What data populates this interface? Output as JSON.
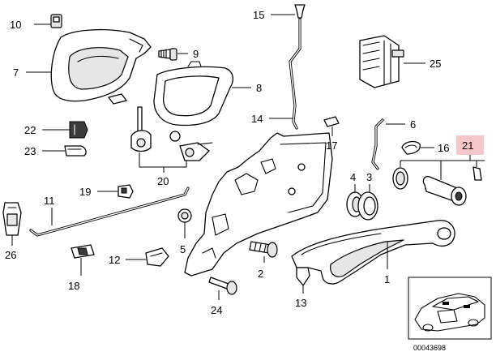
{
  "diagram": {
    "drawing_number": "00043698",
    "highlight_color": "#f7c6c9",
    "callouts": [
      {
        "id": "1",
        "label": "1"
      },
      {
        "id": "2",
        "label": "2"
      },
      {
        "id": "3",
        "label": "3"
      },
      {
        "id": "4",
        "label": "4"
      },
      {
        "id": "5",
        "label": "5"
      },
      {
        "id": "6",
        "label": "6"
      },
      {
        "id": "7",
        "label": "7"
      },
      {
        "id": "8",
        "label": "8"
      },
      {
        "id": "9",
        "label": "9"
      },
      {
        "id": "10",
        "label": "10"
      },
      {
        "id": "11",
        "label": "11"
      },
      {
        "id": "12",
        "label": "12"
      },
      {
        "id": "13",
        "label": "13"
      },
      {
        "id": "14",
        "label": "14"
      },
      {
        "id": "15",
        "label": "15"
      },
      {
        "id": "16",
        "label": "16"
      },
      {
        "id": "17",
        "label": "17"
      },
      {
        "id": "18",
        "label": "18"
      },
      {
        "id": "19",
        "label": "19"
      },
      {
        "id": "20",
        "label": "20"
      },
      {
        "id": "21",
        "label": "21",
        "highlighted": true
      },
      {
        "id": "22",
        "label": "22"
      },
      {
        "id": "23",
        "label": "23"
      },
      {
        "id": "24",
        "label": "24"
      },
      {
        "id": "25",
        "label": "25"
      },
      {
        "id": "26",
        "label": "26"
      }
    ]
  }
}
